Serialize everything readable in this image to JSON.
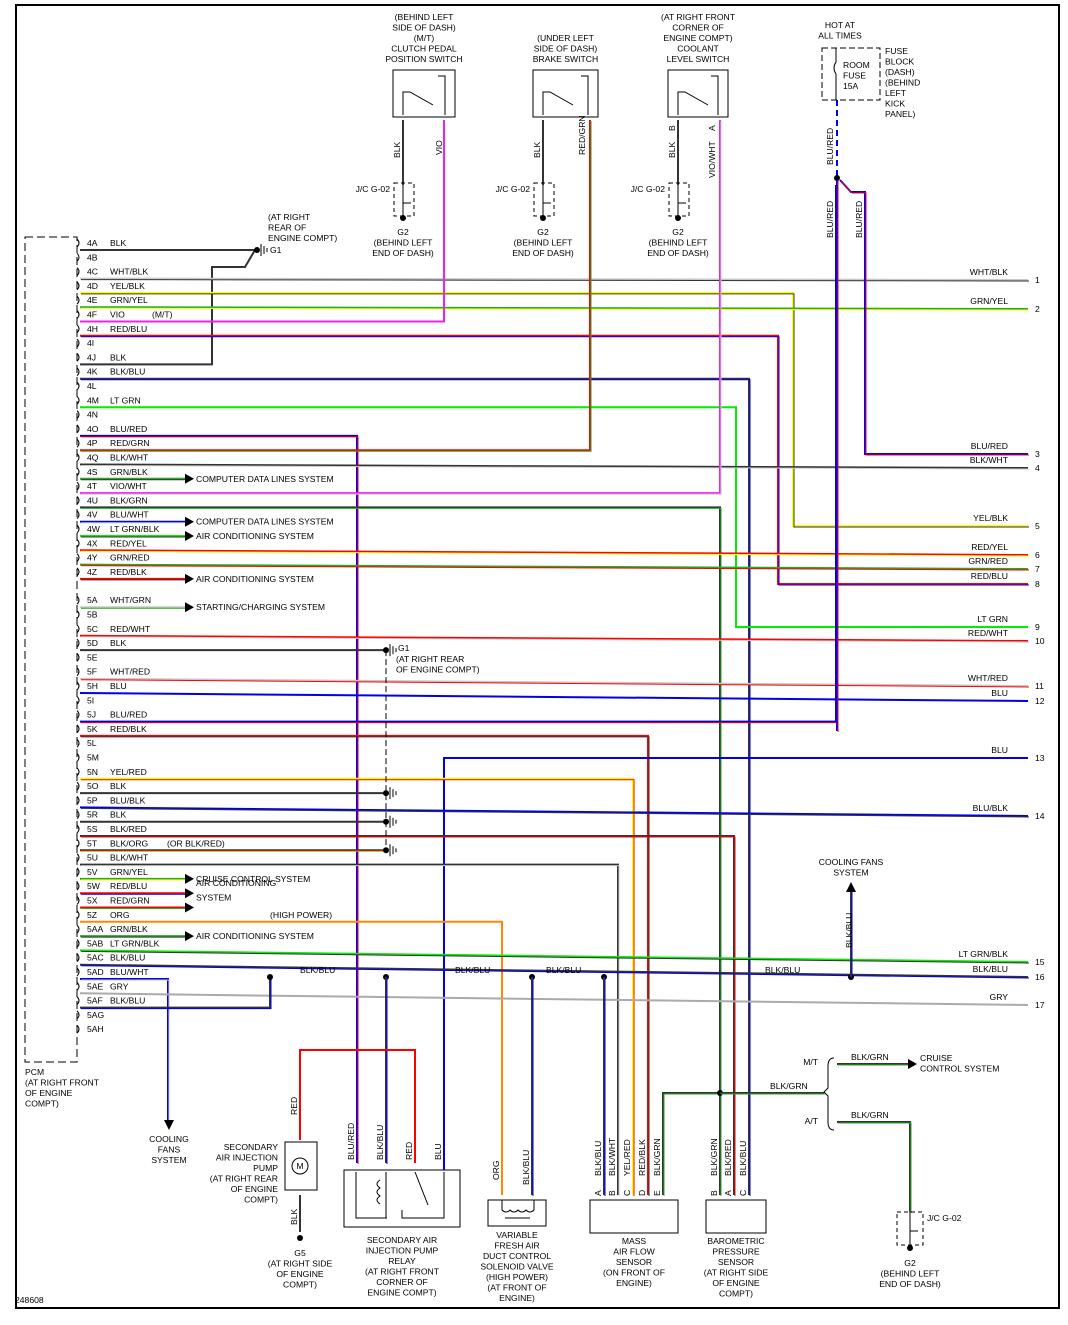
{
  "diagram": {
    "id": "248608",
    "pcm": {
      "name": "PCM",
      "location": [
        "(AT RIGHT FRONT",
        "OF ENGINE",
        "COMPT)"
      ]
    },
    "pins": [
      {
        "pin": "4A",
        "color": "BLK"
      },
      {
        "pin": "4B",
        "color": ""
      },
      {
        "pin": "4C",
        "color": "WHT/BLK"
      },
      {
        "pin": "4D",
        "color": "YEL/BLK"
      },
      {
        "pin": "4E",
        "color": "GRN/YEL"
      },
      {
        "pin": "4F",
        "color": "VIO",
        "note": "(M/T)"
      },
      {
        "pin": "4H",
        "color": "RED/BLU"
      },
      {
        "pin": "4I",
        "color": ""
      },
      {
        "pin": "4J",
        "color": "BLK"
      },
      {
        "pin": "4K",
        "color": "BLK/BLU"
      },
      {
        "pin": "4L",
        "color": ""
      },
      {
        "pin": "4M",
        "color": "LT GRN"
      },
      {
        "pin": "4N",
        "color": ""
      },
      {
        "pin": "4O",
        "color": "BLU/RED"
      },
      {
        "pin": "4P",
        "color": "RED/GRN"
      },
      {
        "pin": "4Q",
        "color": "BLK/WHT"
      },
      {
        "pin": "4S",
        "color": "GRN/BLK",
        "arrow": "COMPUTER DATA LINES SYSTEM"
      },
      {
        "pin": "4T",
        "color": "VIO/WHT"
      },
      {
        "pin": "4U",
        "color": "BLK/GRN"
      },
      {
        "pin": "4V",
        "color": "BLU/WHT",
        "arrow": "COMPUTER DATA LINES SYSTEM"
      },
      {
        "pin": "4W",
        "color": "LT GRN/BLK",
        "arrow": "AIR CONDITIONING SYSTEM"
      },
      {
        "pin": "4X",
        "color": "RED/YEL"
      },
      {
        "pin": "4Y",
        "color": "GRN/RED"
      },
      {
        "pin": "4Z",
        "color": "RED/BLK",
        "arrow": "AIR CONDITIONING SYSTEM"
      },
      {
        "pin": "5A",
        "color": "WHT/GRN",
        "arrow": "STARTING/CHARGING SYSTEM"
      },
      {
        "pin": "5B",
        "color": ""
      },
      {
        "pin": "5C",
        "color": "RED/WHT"
      },
      {
        "pin": "5D",
        "color": "BLK"
      },
      {
        "pin": "5E",
        "color": ""
      },
      {
        "pin": "5F",
        "color": "WHT/RED"
      },
      {
        "pin": "5H",
        "color": "BLU"
      },
      {
        "pin": "5I",
        "color": ""
      },
      {
        "pin": "5J",
        "color": "BLU/RED"
      },
      {
        "pin": "5K",
        "color": "RED/BLK"
      },
      {
        "pin": "5L",
        "color": ""
      },
      {
        "pin": "5M",
        "color": ""
      },
      {
        "pin": "5N",
        "color": "YEL/RED"
      },
      {
        "pin": "5O",
        "color": "BLK"
      },
      {
        "pin": "5P",
        "color": "BLU/BLK"
      },
      {
        "pin": "5R",
        "color": "BLK"
      },
      {
        "pin": "5S",
        "color": "BLK/RED"
      },
      {
        "pin": "5T",
        "color": "BLK/ORG",
        "note": "(OR BLK/RED)"
      },
      {
        "pin": "5U",
        "color": "BLK/WHT"
      },
      {
        "pin": "5V",
        "color": "GRN/YEL",
        "arrow": "CRUISE CONTROL SYSTEM"
      },
      {
        "pin": "5W",
        "color": "RED/BLU",
        "arrow": "AIR CONDITIONING"
      },
      {
        "pin": "5X",
        "color": "RED/GRN",
        "arrow": "SYSTEM"
      },
      {
        "pin": "5Z",
        "color": "ORG",
        "note": "(HIGH POWER)"
      },
      {
        "pin": "5AA",
        "color": "GRN/BLK",
        "arrow": "AIR CONDITIONING SYSTEM"
      },
      {
        "pin": "5AB",
        "color": "LT GRN/BLK"
      },
      {
        "pin": "5AC",
        "color": "BLK/BLU"
      },
      {
        "pin": "5AD",
        "color": "BLU/WHT"
      },
      {
        "pin": "5AE",
        "color": "GRY"
      },
      {
        "pin": "5AF",
        "color": "BLK/BLU"
      },
      {
        "pin": "5AG",
        "color": ""
      },
      {
        "pin": "5AH",
        "color": ""
      }
    ],
    "right_terminals": [
      {
        "num": "1",
        "color": "WHT/BLK"
      },
      {
        "num": "2",
        "color": "GRN/YEL"
      },
      {
        "num": "3",
        "color": "BLU/RED"
      },
      {
        "num": "4",
        "color": "BLK/WHT"
      },
      {
        "num": "5",
        "color": "YEL/BLK"
      },
      {
        "num": "6",
        "color": "RED/YEL"
      },
      {
        "num": "7",
        "color": "GRN/RED"
      },
      {
        "num": "8",
        "color": "RED/BLU"
      },
      {
        "num": "9",
        "color": "LT GRN"
      },
      {
        "num": "10",
        "color": "RED/WHT"
      },
      {
        "num": "11",
        "color": "WHT/RED"
      },
      {
        "num": "12",
        "color": "BLU"
      },
      {
        "num": "13",
        "color": "BLU"
      },
      {
        "num": "14",
        "color": "BLU/BLK"
      },
      {
        "num": "15",
        "color": "LT GRN/BLK"
      },
      {
        "num": "16",
        "color": "BLK/BLU"
      },
      {
        "num": "17",
        "color": "GRY"
      }
    ],
    "top_components": [
      {
        "name": [
          "(BEHIND LEFT",
          "SIDE OF DASH)",
          "(M/T)",
          "CLUTCH PEDAL",
          "POSITION SWITCH"
        ],
        "left_wire": "BLK",
        "right_wire": "VIO"
      },
      {
        "name": [
          "(UNDER LEFT",
          "SIDE OF DASH)",
          "BRAKE SWITCH"
        ],
        "left_wire": "BLK",
        "right_wire": "RED/GRN"
      },
      {
        "name": [
          "(AT RIGHT FRONT",
          "CORNER OF",
          "ENGINE COMPT)",
          "COOLANT",
          "LEVEL SWITCH"
        ],
        "left_wire": "BLK",
        "right_wire": "VIO/WHT",
        "pin_left": "B",
        "pin_right": "A"
      }
    ],
    "jc_label": "J/C G-02",
    "g2": [
      "G2",
      "(BEHIND LEFT",
      "END OF DASH)"
    ],
    "g1_top": {
      "label": "G1",
      "location": [
        "(AT RIGHT",
        "REAR OF",
        "ENGINE COMPT)"
      ]
    },
    "g1_mid": {
      "label": "G1",
      "location": [
        "(AT RIGHT REAR",
        "OF ENGINE COMPT)"
      ]
    },
    "fuse": {
      "hot": [
        "HOT AT",
        "ALL TIMES"
      ],
      "fuse": [
        "ROOM",
        "FUSE",
        "15A"
      ],
      "block": [
        "FUSE",
        "BLOCK",
        "(DASH)",
        "(BEHIND",
        "LEFT",
        "KICK",
        "PANEL)"
      ],
      "wire": "BLU/RED",
      "wire2": "BLU/RED",
      "wire3": "BLU/RED"
    },
    "cooling_fans_top": [
      "COOLING FANS",
      "SYSTEM"
    ],
    "cooling_fans_left": [
      "COOLING",
      "FANS",
      "SYSTEM"
    ],
    "bus_label": "BLK/BLU",
    "cruise": {
      "mt": "M/T",
      "at": "A/T",
      "wire": "BLK/GRN",
      "dest": [
        "CRUISE",
        "CONTROL SYSTEM"
      ]
    },
    "bottom_components": {
      "pump": {
        "name": [
          "SECONDARY",
          "AIR INJECTION",
          "PUMP",
          "(AT RIGHT REAR",
          "OF ENGINE",
          "COMPT)"
        ],
        "top_wire": "RED",
        "bottom_wire": "BLK",
        "motor": "M",
        "ground": [
          "G5",
          "(AT RIGHT SIDE",
          "OF ENGINE",
          "COMPT)"
        ]
      },
      "relay": {
        "name": [
          "SECONDARY AIR",
          "INJECTION PUMP",
          "RELAY",
          "(AT RIGHT FRONT",
          "CORNER OF",
          "ENGINE COMPT)"
        ],
        "wires": [
          "BLU/RED",
          "BLK/BLU",
          "RED",
          "BLU"
        ]
      },
      "valve": {
        "name": [
          "VARIABLE",
          "FRESH AIR",
          "DUCT CONTROL",
          "SOLENOID VALVE",
          "(HIGH POWER)",
          "(AT FRONT OF",
          "ENGINE)"
        ],
        "wires": [
          "ORG",
          "BLK/BLU"
        ]
      },
      "maf": {
        "name": [
          "MASS",
          "AIR FLOW",
          "SENSOR",
          "(ON FRONT OF",
          "ENGINE)"
        ],
        "wires": [
          "BLK/BLU",
          "BLK/WHT",
          "YEL/RED",
          "RED/BLK",
          "BLK/GRN"
        ],
        "pins": [
          "A",
          "B",
          "C",
          "D",
          "E"
        ]
      },
      "baro": {
        "name": [
          "BAROMETRIC",
          "PRESSURE",
          "SENSOR",
          "(AT RIGHT SIDE",
          "OF ENGINE",
          "COMPT)"
        ],
        "wires": [
          "BLK/GRN",
          "BLK/RED",
          "BLK/BLU"
        ],
        "pins": [
          "B",
          "A",
          "C"
        ]
      }
    },
    "colors": {
      "BLK": "#333333",
      "WHT": "#c8c8c8",
      "YEL": "#ffff00",
      "GRN": "#22aa22",
      "LTGRN": "#00ee00",
      "VIO": "#ee22ee",
      "RED": "#ff0000",
      "BLU": "#0000ee",
      "ORG": "#ff8800",
      "GRY": "#aaaaaa",
      "BRN": "#aa7700"
    }
  }
}
